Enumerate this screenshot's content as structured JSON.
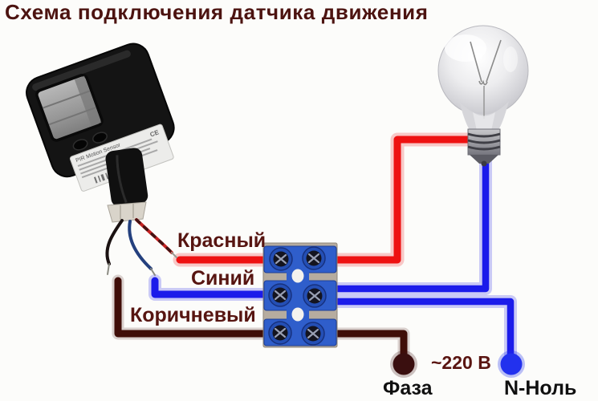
{
  "title": "Схема подключения датчика движения",
  "wire_labels": {
    "red": "Красный",
    "blue": "Синий",
    "brown": "Коричневый"
  },
  "terminals": {
    "voltage": "~220 В",
    "phase": "Фаза",
    "neutral": "N-Ноль"
  },
  "sensor": {
    "label": "PIR Motion Sensor"
  },
  "colors": {
    "red_wire": "#ee1111",
    "blue_wire": "#1b1bea",
    "brown_wire": "#400e08",
    "phase_dot": "#3a0f0f",
    "neutral_dot": "#2231ee",
    "terminal_block": "#2f5ecb",
    "terminal_body": "#b6ac9f",
    "title_text": "#4c1310",
    "label_text": "#571511"
  }
}
